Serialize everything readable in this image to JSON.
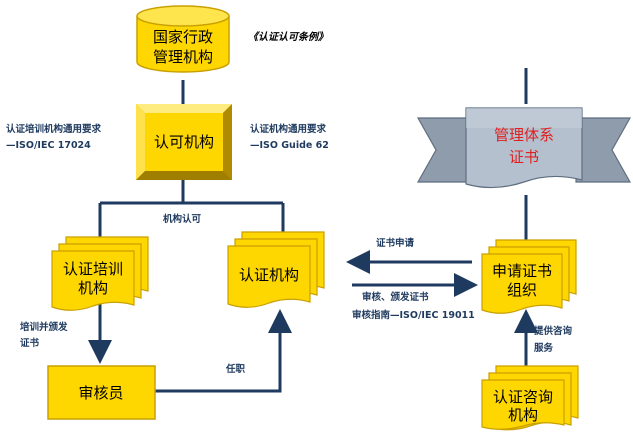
{
  "nodes": {
    "admin": [
      "国家行政",
      "管理机构"
    ],
    "accreditation": "认可机构",
    "training_org": [
      "认证培训",
      "机构"
    ],
    "cert_body": "认证机构",
    "auditor": "审核员",
    "applicant": [
      "申请证书",
      "组织"
    ],
    "consulting": [
      "认证咨询",
      "机构"
    ],
    "banner": [
      "管理体系",
      "证书"
    ]
  },
  "labels": {
    "regulation": "《认证认可条例》",
    "training_req_1": "认证培训机构通用要求",
    "training_req_2": "—ISO/IEC 17024",
    "cert_req_1": "认证机构通用要求",
    "cert_req_2": "—ISO Guide 62",
    "org_recognition": "机构认可",
    "training_issue_1": "培训并颁发",
    "training_issue_2": "证书",
    "appointment": "任职",
    "cert_application": "证书申请",
    "review_issue": "审核、颁发证书",
    "audit_guide": "审核指南—ISO/IEC 19011",
    "consult_1": "提供咨询",
    "consult_2": "服务"
  },
  "colors": {
    "fill": "#ffd700",
    "stroke": "#c9a000",
    "line": "#1f3a5f",
    "banner": "#a9b6c4"
  }
}
